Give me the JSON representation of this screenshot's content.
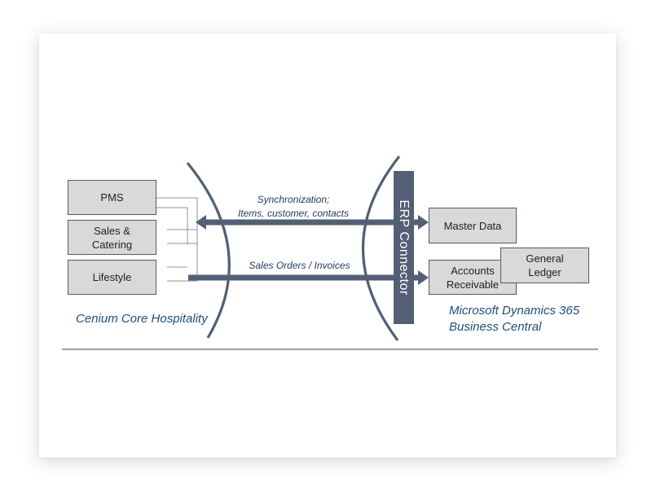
{
  "left_system": {
    "modules": [
      {
        "label": "PMS"
      },
      {
        "label": "Sales &\nCatering"
      },
      {
        "label": "Lifestyle"
      }
    ],
    "name": "Cenium Core Hospitality"
  },
  "flows": {
    "sync_label_line1": "Synchronization;",
    "sync_label_line2": "Items, customer, contacts",
    "orders_label": "Sales Orders / Invoices"
  },
  "connector": {
    "label": "ERP Connector"
  },
  "right_system": {
    "master_data": "Master Data",
    "accounts_receivable": "Accounts\nReceivable",
    "general_ledger": "General\nLedger",
    "name": "Microsoft Dynamics 365\nBusiness Central"
  },
  "colors": {
    "arrow": "#525f74",
    "box_fill": "#d9d9d9",
    "box_border": "#4f5b6e",
    "label_text": "#1f4e79"
  }
}
